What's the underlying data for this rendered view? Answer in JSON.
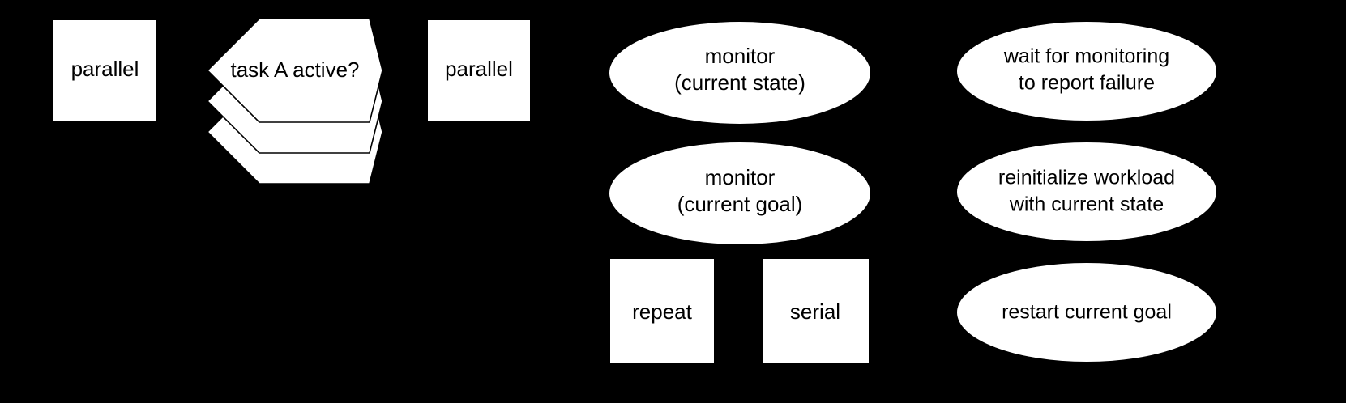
{
  "diagram": {
    "background_color": "#000000",
    "shape_fill_color": "#ffffff",
    "shape_stroke_color": "#000000",
    "label_color": "#000000",
    "nodes": [
      {
        "id": "parallel-left",
        "shape": "rectangle",
        "label": "parallel",
        "lines": [
          "parallel"
        ]
      },
      {
        "id": "task-a-active",
        "shape": "hexagon-stack",
        "label": "task A active?",
        "lines": [
          "task A active?"
        ],
        "stack_count": 3
      },
      {
        "id": "parallel-right",
        "shape": "rectangle",
        "label": "parallel",
        "lines": [
          "parallel"
        ]
      },
      {
        "id": "monitor-current-state",
        "shape": "ellipse",
        "label": "monitor (current state)",
        "lines": [
          "monitor",
          "(current state)"
        ]
      },
      {
        "id": "monitor-current-goal",
        "shape": "ellipse",
        "label": "monitor (current goal)",
        "lines": [
          "monitor",
          "(current goal)"
        ]
      },
      {
        "id": "repeat",
        "shape": "rectangle",
        "label": "repeat",
        "lines": [
          "repeat"
        ]
      },
      {
        "id": "serial",
        "shape": "rectangle",
        "label": "serial",
        "lines": [
          "serial"
        ]
      },
      {
        "id": "wait-for-monitoring",
        "shape": "ellipse",
        "label": "wait for monitoring to report failure",
        "lines": [
          "wait for monitoring",
          "to report failure"
        ]
      },
      {
        "id": "reinitialize-workload",
        "shape": "ellipse",
        "label": "reinitialize workload with current state",
        "lines": [
          "reinitialize workload",
          "with current state"
        ]
      },
      {
        "id": "restart-current-goal",
        "shape": "ellipse",
        "label": "restart current goal",
        "lines": [
          "restart current goal"
        ]
      }
    ]
  }
}
